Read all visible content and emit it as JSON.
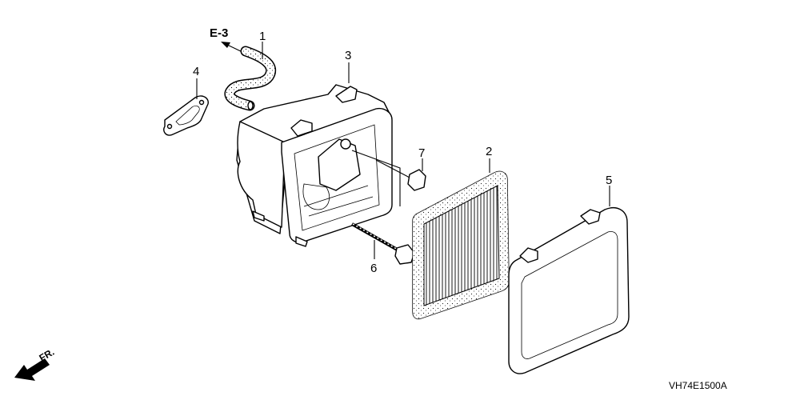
{
  "ref_arrow_label": "E-3",
  "front_label": "FR.",
  "diagram_code": "VH74E1500A",
  "callouts": [
    {
      "id": "p1",
      "number": "1"
    },
    {
      "id": "p2",
      "number": "2"
    },
    {
      "id": "p3",
      "number": "3"
    },
    {
      "id": "p4",
      "number": "4"
    },
    {
      "id": "p5",
      "number": "5"
    },
    {
      "id": "p6",
      "number": "6"
    },
    {
      "id": "p7",
      "number": "7"
    }
  ]
}
